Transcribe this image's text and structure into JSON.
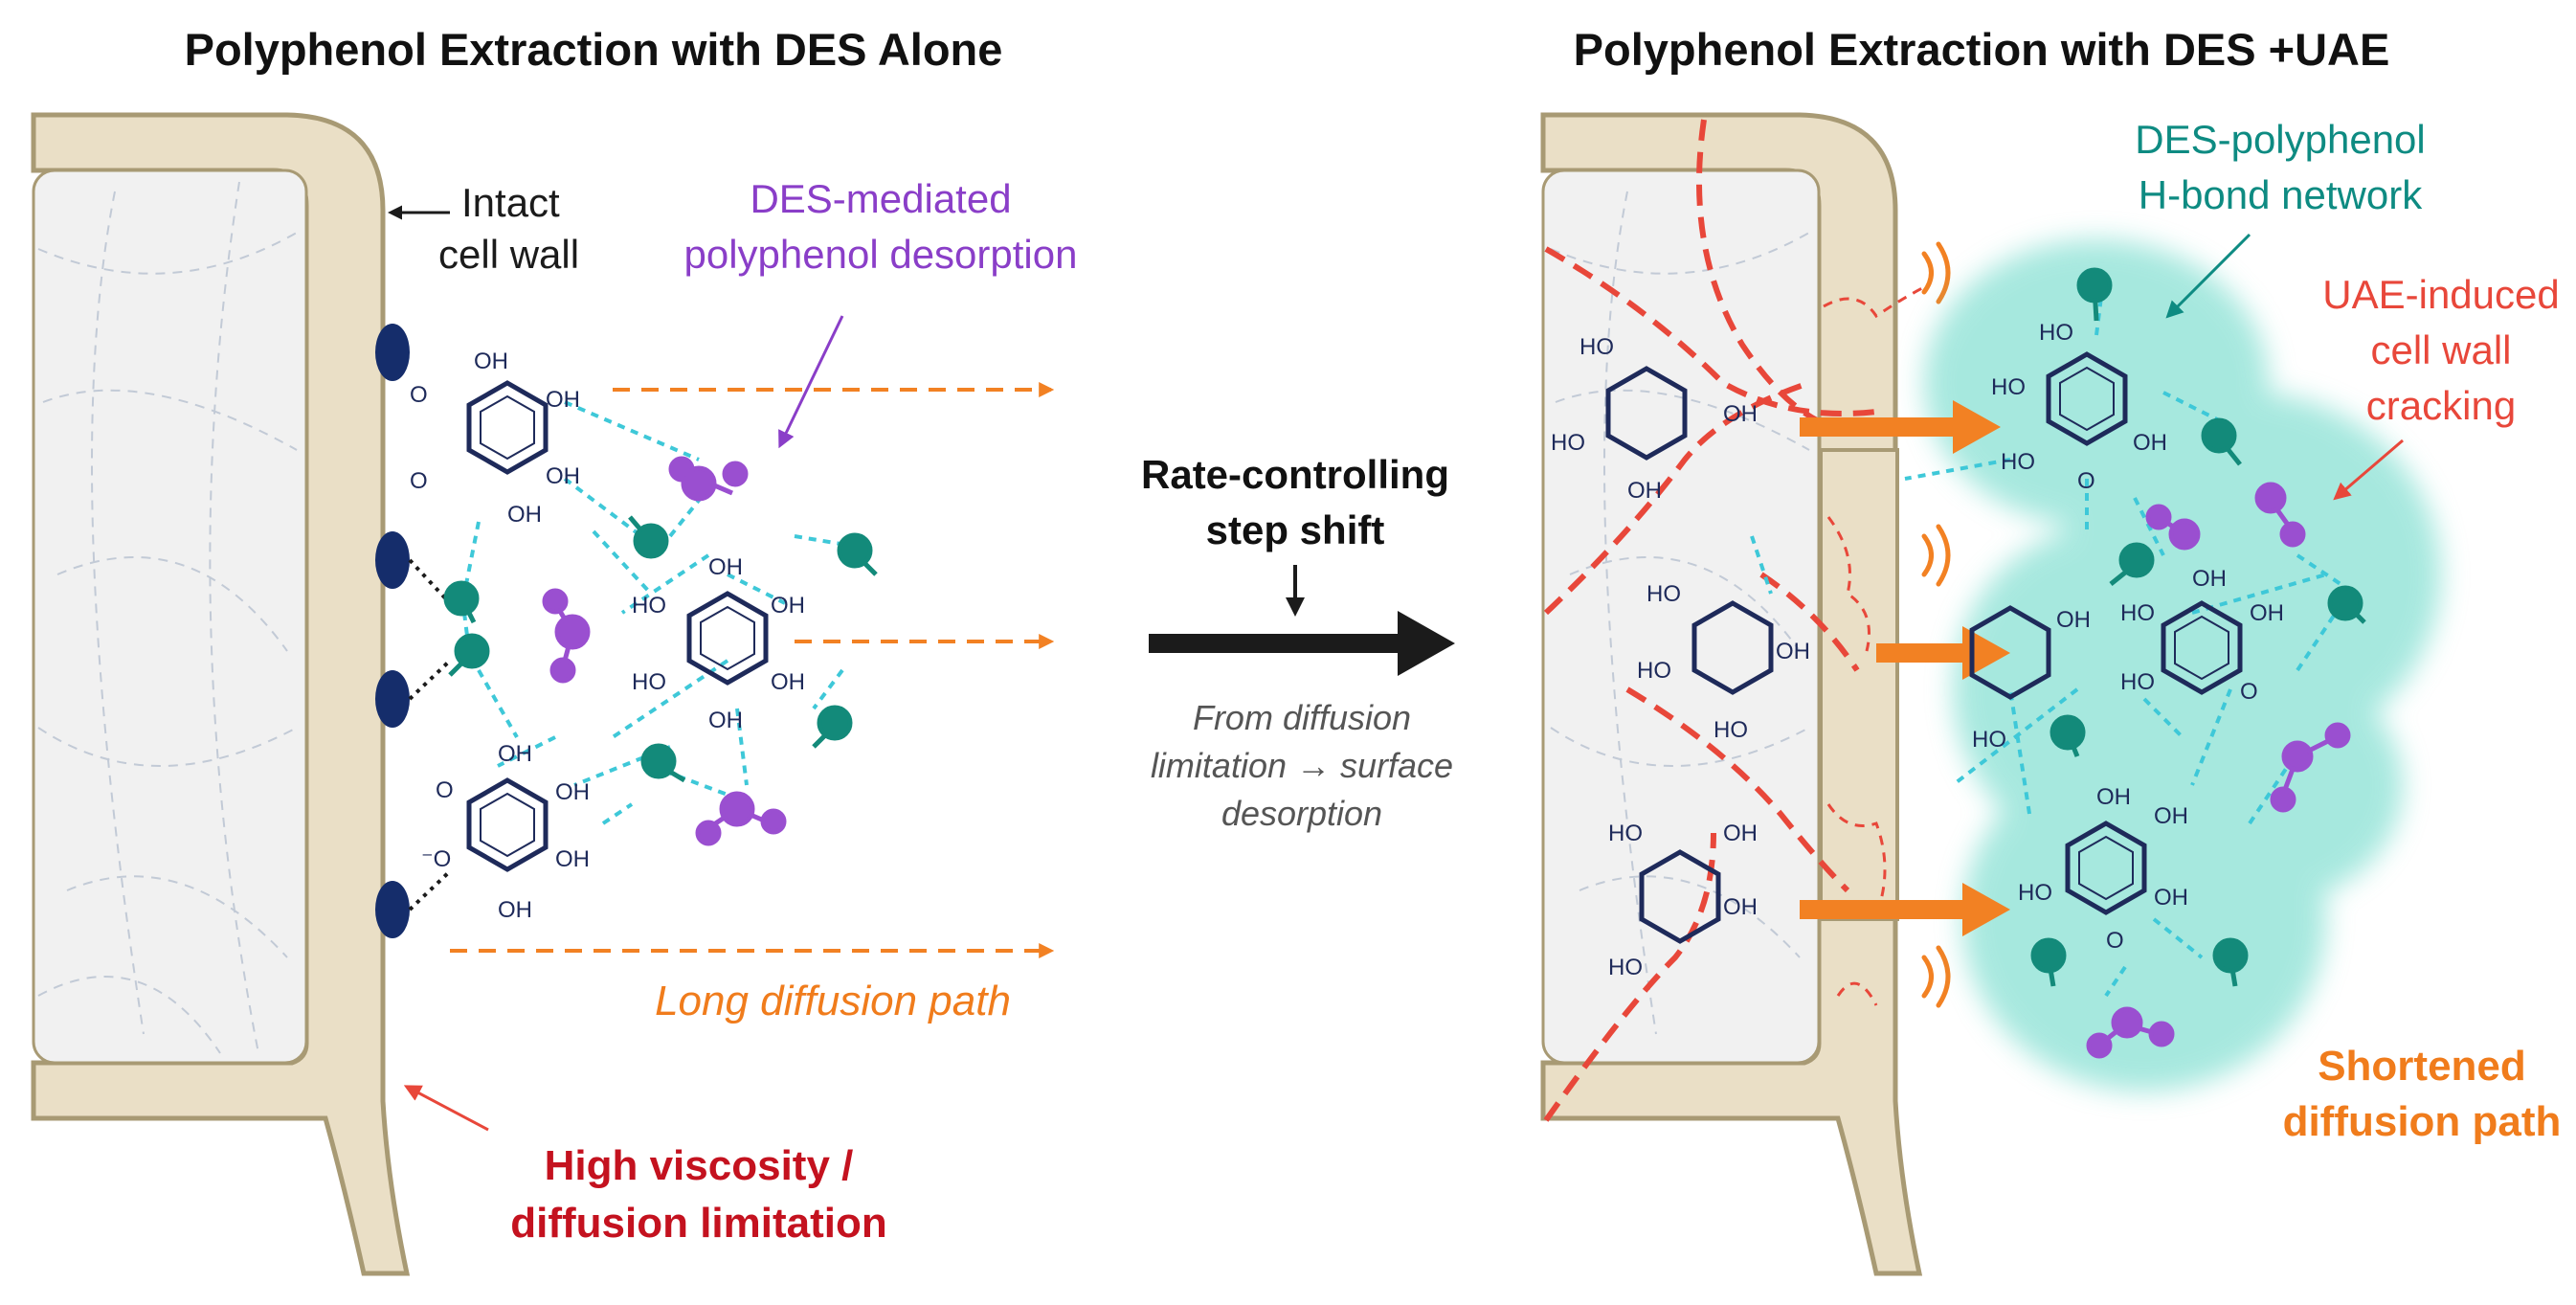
{
  "titles": {
    "left": "Polyphenol Extraction with DES Alone",
    "right": "Polyphenol Extraction with DES +UAE"
  },
  "left_labels": {
    "intact_line1": "Intact",
    "intact_line2": "cell wall",
    "des_line1": "DES-mediated",
    "des_line2": "polyphenol desorption",
    "long_path": "Long diffusion path",
    "viscosity_line1": "High viscosity /",
    "viscosity_line2": "diffusion limitation"
  },
  "center_labels": {
    "rate_line1": "Rate-controlling",
    "rate_line2": "step shift",
    "from_line1": "From diffusion",
    "from_line2": "limitation → surface",
    "from_line3": "desorption"
  },
  "right_labels": {
    "network_line1": "DES-polyphenol",
    "network_line2": "H-bond network",
    "uae_line1": "UAE-induced",
    "uae_line2": "cell wall",
    "uae_line3": "cracking",
    "short_line1": "Shortened",
    "short_line2": "diffusion path"
  },
  "chem": {
    "oh": "OH",
    "ho": "HO",
    "o": "O",
    "o_minus": "⁻O"
  },
  "colors": {
    "cell_wall": "#eadfc6",
    "cell_wall_edge": "#a89a74",
    "cytoplasm": "#f1f1f1",
    "molecule": "#1e2a5a",
    "anchor": "#152d6b",
    "teal": "#138a7a",
    "purple": "#9a4fd0",
    "h_bond": "#3ec8d8",
    "orange": "#f28123",
    "crack_red": "#e8473a",
    "network_glow": "#5fd6c4"
  }
}
